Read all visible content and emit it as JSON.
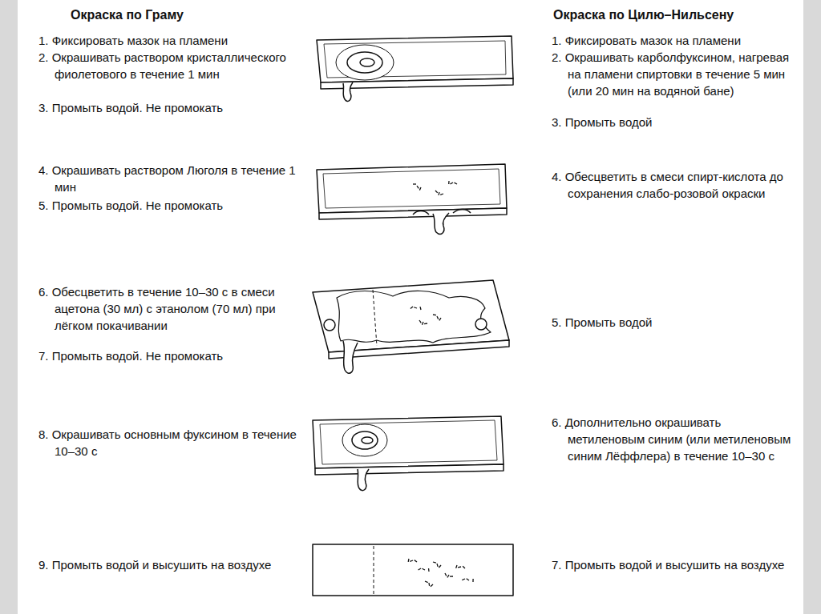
{
  "diagram": {
    "labels": [
      "Окраска по Граму",
      "1. Фиксировать мазок на пламени",
      "2. Окрашивать раствором кристаллического фиолетового в течение 1 мин",
      "3. Промыть водой. Не промокать",
      "4. Окрашивать раствором Люголя в течение 1 мин",
      "5. Промыть водой. Не промокать",
      "6. Обесцветить в течение 10–30 с в смеси ацетона (30 мл) с этанолом (70 мл) при лёгком покачивании",
      "7. Промыть водой. Не промокать",
      "8. Окрашивать основным фуксином в течение 10–30 с",
      "9. Промыть водой и высушить на воздухе",
      "Окраска по Цилю–Нильсену",
      "1. Фиксировать мазок на пламени",
      "2. Окрашивать карболфуксином, нагревая на пламени спиртовки в течение 5 мин (или 20 мин на водяной бане)",
      "3. Промыть водой",
      "4. Обесцветить в смеси спирт-кислота до сохранения слабо-розовой окраски",
      "5. Промыть водой",
      "6. Дополнительно окрашивать метиленовым синим (или метиленовым синим Лёффлера) в течение 10–30 с",
      "7. Промыть водой и высушить на воздухе"
    ]
  }
}
